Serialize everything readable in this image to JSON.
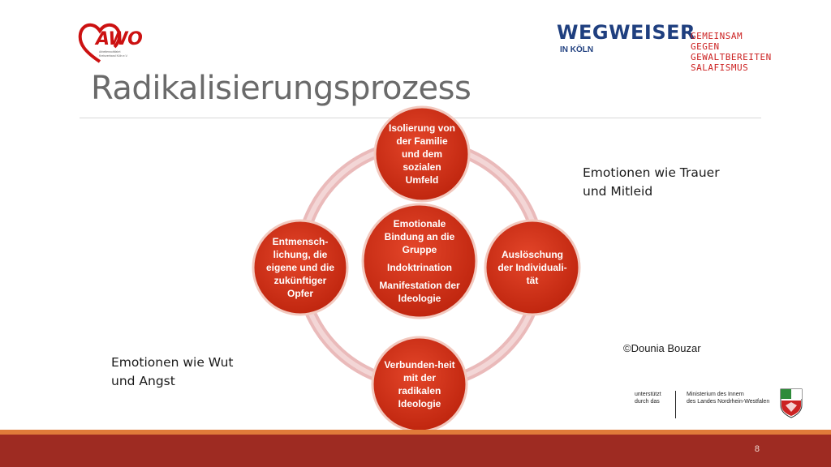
{
  "logos": {
    "awo": {
      "text": "AWO",
      "subtext": "Arbeiterwohlfahrt Kreisverband Köln e.V."
    },
    "wegweiser": {
      "name": "WEGWEISER",
      "location": "IN KÖLN",
      "slogan": [
        "GEMEINSAM",
        "GEGEN",
        "GEWALTBEREITEN",
        "SALAFISMUS"
      ]
    }
  },
  "slide": {
    "title": "Radikalisierungsprozess",
    "page_number": "8"
  },
  "diagram": {
    "center": {
      "lines": [
        "Emotionale Bindung an die Gruppe",
        "Indoktrination",
        "Manifestation der Ideologie"
      ]
    },
    "nodes": {
      "top": "Isolierung von der Familie und dem sozialen Umfeld",
      "right": "Auslöschung der Individuali-tät",
      "bottom": "Verbunden-heit mit der radikalen Ideologie",
      "left": "Entmensch-lichung, die eigene und die zukünftiger Opfer"
    }
  },
  "annotations": {
    "right_emotions": "Emotionen wie Trauer und Mitleid",
    "left_emotions": "Emotionen wie Wut und Angst",
    "credit": "©Dounia Bouzar"
  },
  "ministry": {
    "supported_by": [
      "unterstützt",
      "durch das"
    ],
    "ministry_name": [
      "Ministerium des Innern",
      "des Landes Nordrhein-Westfalen"
    ]
  },
  "colors": {
    "node_red": "#d8321a",
    "ring": "#e8b3b3",
    "footer": "#9e2b22",
    "footer_stripe": "#e07b3a",
    "title": "#6a6a6a",
    "wegweiser_blue": "#1f3f7f"
  }
}
